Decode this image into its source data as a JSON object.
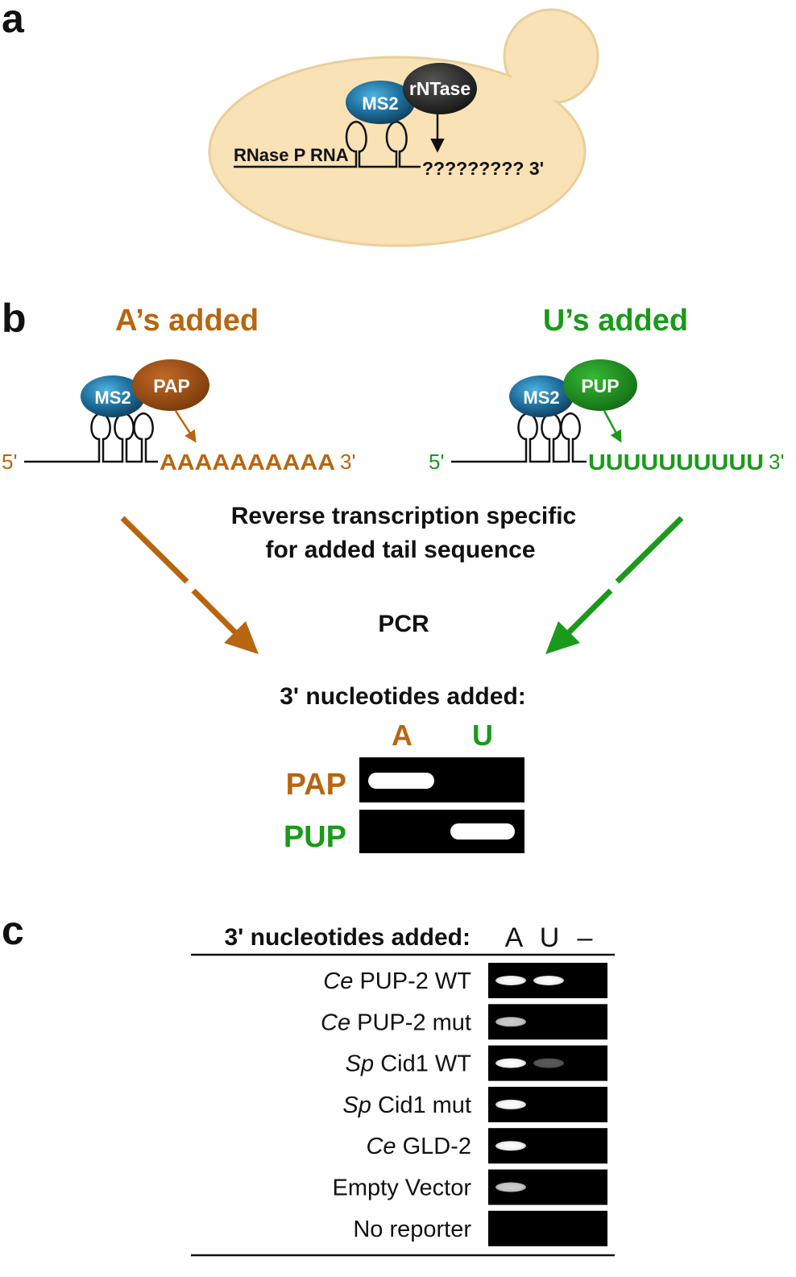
{
  "colors": {
    "a_orange": "#b8650f",
    "u_green": "#1a9a1a",
    "cell_fill": "#f9e2b5",
    "cell_stroke": "#e9cf9c",
    "ms2_blue": "#1f6f9e",
    "rntase_dark": "#2a2a2a",
    "pap_brown": "#9a4e12",
    "pup_green": "#1d8a1d",
    "gel_black": "#000000"
  },
  "panel_a": {
    "letter": "a",
    "rna_label": "RNase P RNA",
    "ms2_label": "MS2",
    "enzyme_label": "rNTase",
    "tail_label": "????????? 3'"
  },
  "panel_b": {
    "letter": "b",
    "left_title": "A’s added",
    "right_title": "U’s added",
    "left": {
      "five_prime": "5'",
      "ms2_label": "MS2",
      "enzyme_label": "PAP",
      "tail": "AAAAAAAAAA",
      "three_prime": "3'"
    },
    "right": {
      "five_prime": "5'",
      "ms2_label": "MS2",
      "enzyme_label": "PUP",
      "tail": "UUUUUUUUUU",
      "three_prime": "3'"
    },
    "step1_line1": "Reverse transcription specific",
    "step1_line2": "for added tail sequence",
    "step2": "PCR",
    "gel_title": "3' nucleotides added:",
    "col_a": "A",
    "col_u": "U",
    "row_pap": "PAP",
    "row_pup": "PUP"
  },
  "panel_c": {
    "letter": "c",
    "header": "3' nucleotides added:",
    "col_a": "A",
    "col_u": "U",
    "col_none": "–",
    "rows": [
      {
        "species": "Ce",
        "name": "PUP-2 WT",
        "bands": [
          1.0,
          1.0,
          0.0
        ]
      },
      {
        "species": "Ce",
        "name": "PUP-2 mut",
        "bands": [
          0.8,
          0.0,
          0.0
        ]
      },
      {
        "species": "Sp",
        "name": "Cid1 WT",
        "bands": [
          1.0,
          0.35,
          0.0
        ]
      },
      {
        "species": "Sp",
        "name": "Cid1 mut",
        "bands": [
          1.0,
          0.0,
          0.0
        ]
      },
      {
        "species": "Ce",
        "name": "GLD-2",
        "bands": [
          1.0,
          0.0,
          0.0
        ]
      },
      {
        "species": "",
        "name": "Empty Vector",
        "bands": [
          0.8,
          0.0,
          0.0
        ]
      },
      {
        "species": "",
        "name": "No reporter",
        "bands": [
          0.0,
          0.0,
          0.0
        ]
      }
    ]
  }
}
